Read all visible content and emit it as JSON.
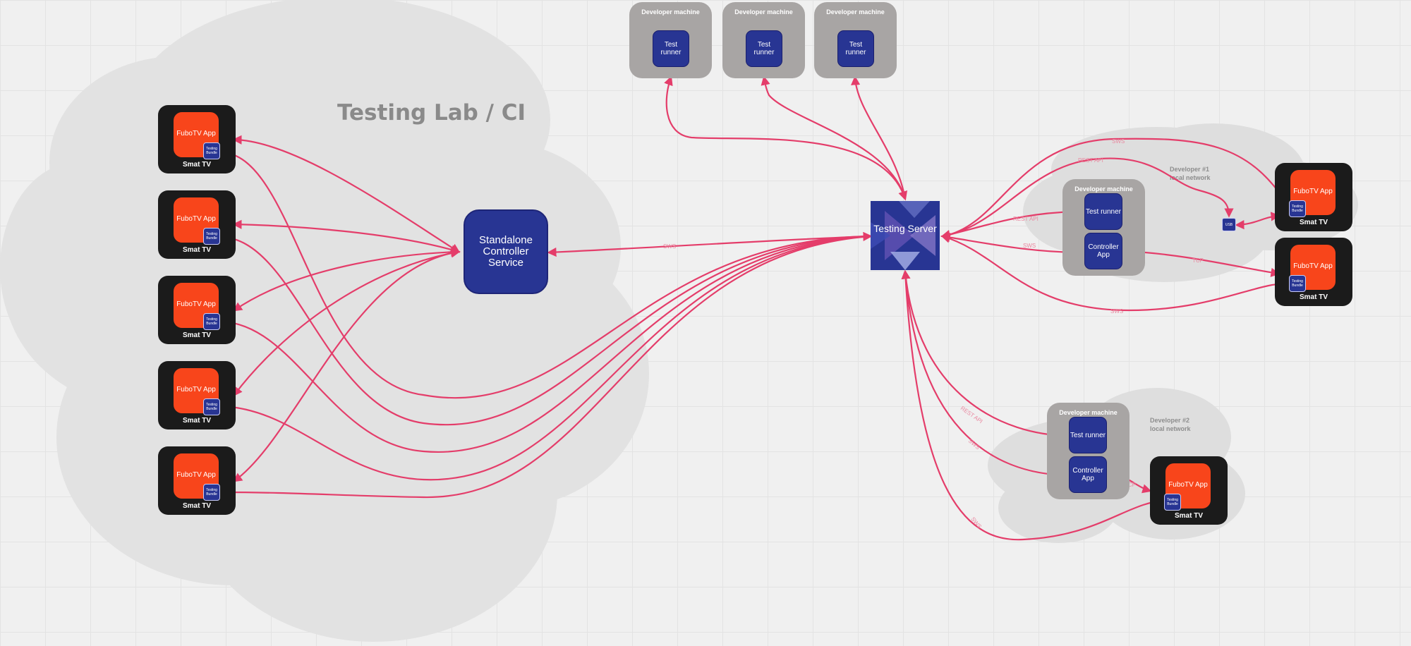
{
  "lab": {
    "title": "Testing Lab / CI"
  },
  "tv": {
    "app_label": "FuboTV App",
    "bundle_label": "Testing Bundle",
    "device_label": "Smat TV"
  },
  "dev": {
    "machine_label": "Developer machine",
    "test_runner": "Test runner",
    "controller_app": "Controller App"
  },
  "controller_service": {
    "label": "Standalone\nController\nService"
  },
  "testing_server": {
    "label": "Testing Server"
  },
  "networks": {
    "dev1": {
      "line1": "Developer #1",
      "line2": "local network"
    },
    "dev2": {
      "line1": "Developer #2",
      "line2": "local network"
    }
  },
  "usb_label": "USB",
  "edge_labels": {
    "sws": "SWS",
    "rest_api": "REST API",
    "tcp": "TCP"
  },
  "colors": {
    "edge": "#e43d6a",
    "app": "#f8451b",
    "blue": "#283593",
    "tv": "#1b1b1b",
    "dev_box": "#a8a5a4"
  }
}
